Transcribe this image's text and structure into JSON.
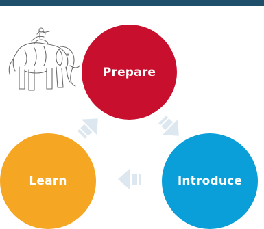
{
  "diagram": {
    "nodes": [
      {
        "id": "prepare",
        "label": "Prepare",
        "color": "#c8102e"
      },
      {
        "id": "introduce",
        "label": "Introduce",
        "color": "#0a9fd8"
      },
      {
        "id": "learn",
        "label": "Learn",
        "color": "#f5a623"
      }
    ],
    "cycle": [
      "prepare",
      "introduce",
      "learn"
    ],
    "illustration": "elephant-sketch-icon",
    "accent_bar_color": "#1f4e6b",
    "arrow_color": "#dde7ef"
  }
}
